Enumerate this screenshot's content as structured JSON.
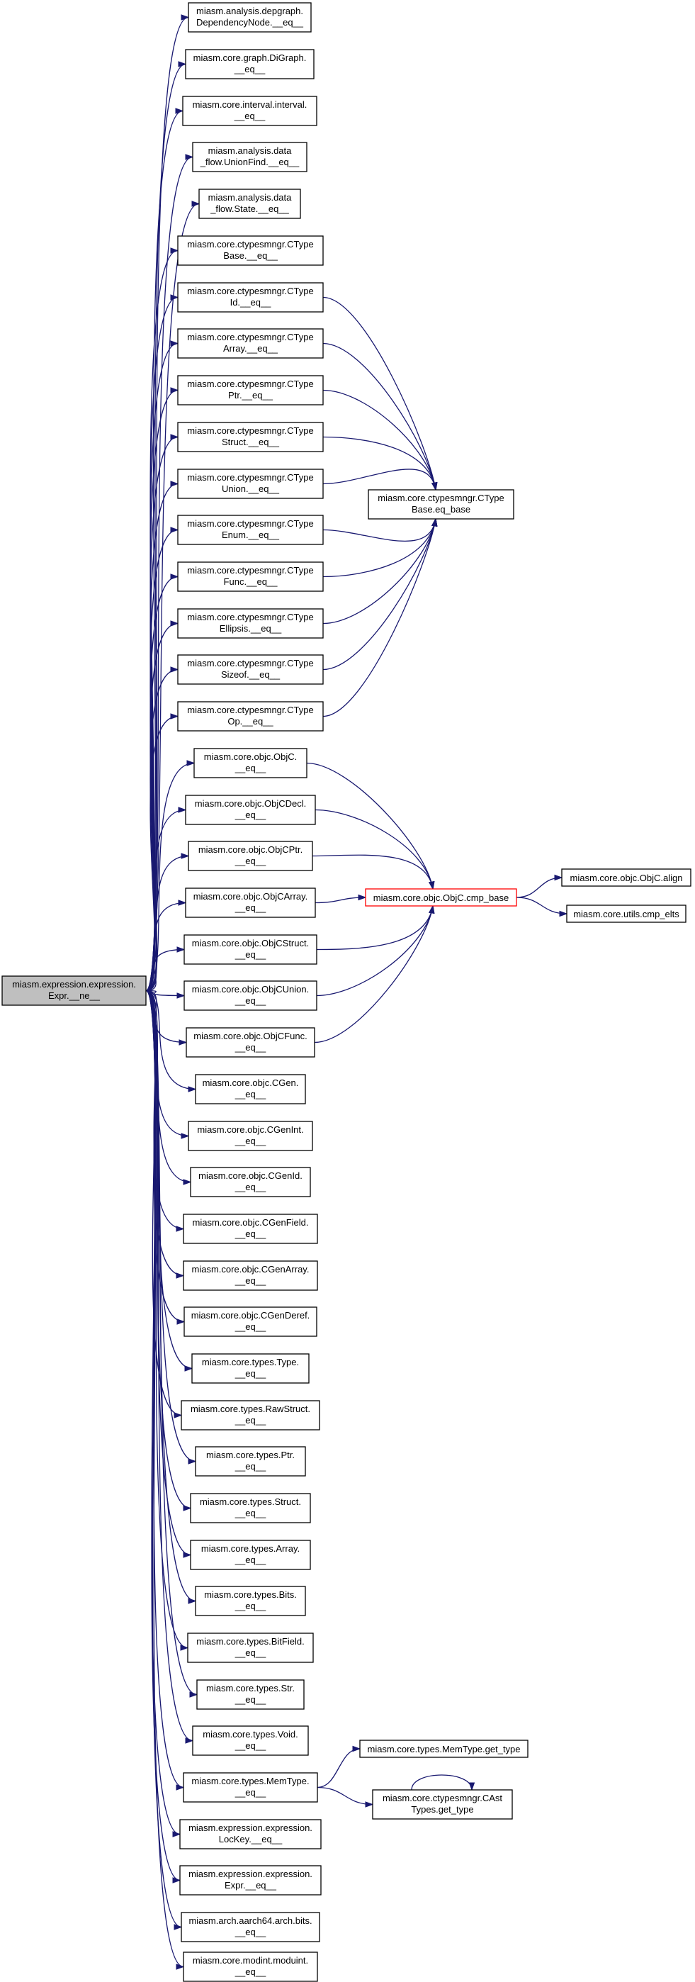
{
  "colors": {
    "edge": "#191970",
    "root_fill": "#bfbfbf",
    "highlight_border": "#ff0000",
    "node_border": "#000000",
    "node_fill": "#ffffff"
  },
  "nodes": {
    "root": [
      "miasm.expression.expression.",
      "Expr.__ne__"
    ],
    "depgraph_eq": [
      "miasm.analysis.depgraph.",
      "DependencyNode.__eq__"
    ],
    "digraph_eq": [
      "miasm.core.graph.DiGraph.",
      "__eq__"
    ],
    "interval_eq": [
      "miasm.core.interval.interval.",
      "__eq__"
    ],
    "unionfind_eq": [
      "miasm.analysis.data",
      "_flow.UnionFind.__eq__"
    ],
    "state_eq": [
      "miasm.analysis.data",
      "_flow.State.__eq__"
    ],
    "ctypebase_eq": [
      "miasm.core.ctypesmngr.CType",
      "Base.__eq__"
    ],
    "ctypeid_eq": [
      "miasm.core.ctypesmngr.CType",
      "Id.__eq__"
    ],
    "ctypearray_eq": [
      "miasm.core.ctypesmngr.CType",
      "Array.__eq__"
    ],
    "ctypeptr_eq": [
      "miasm.core.ctypesmngr.CType",
      "Ptr.__eq__"
    ],
    "ctypestruct_eq": [
      "miasm.core.ctypesmngr.CType",
      "Struct.__eq__"
    ],
    "ctypeunion_eq": [
      "miasm.core.ctypesmngr.CType",
      "Union.__eq__"
    ],
    "ctypeenum_eq": [
      "miasm.core.ctypesmngr.CType",
      "Enum.__eq__"
    ],
    "ctypefunc_eq": [
      "miasm.core.ctypesmngr.CType",
      "Func.__eq__"
    ],
    "ctypeellipsis_eq": [
      "miasm.core.ctypesmngr.CType",
      "Ellipsis.__eq__"
    ],
    "ctypesizeof_eq": [
      "miasm.core.ctypesmngr.CType",
      "Sizeof.__eq__"
    ],
    "ctypeop_eq": [
      "miasm.core.ctypesmngr.CType",
      "Op.__eq__"
    ],
    "ctypebase_eq_base": [
      "miasm.core.ctypesmngr.CType",
      "Base.eq_base"
    ],
    "objc_eq": [
      "miasm.core.objc.ObjC.",
      "__eq__"
    ],
    "objcdecl_eq": [
      "miasm.core.objc.ObjCDecl.",
      "__eq__"
    ],
    "objcptr_eq": [
      "miasm.core.objc.ObjCPtr.",
      "__eq__"
    ],
    "objcarray_eq": [
      "miasm.core.objc.ObjCArray.",
      "__eq__"
    ],
    "objcstruct_eq": [
      "miasm.core.objc.ObjCStruct.",
      "__eq__"
    ],
    "objcunion_eq": [
      "miasm.core.objc.ObjCUnion.",
      "__eq__"
    ],
    "objcfunc_eq": [
      "miasm.core.objc.ObjCFunc.",
      "__eq__"
    ],
    "objc_cmp_base": [
      "miasm.core.objc.ObjC.cmp_base"
    ],
    "objc_align": [
      "miasm.core.objc.ObjC.align"
    ],
    "cmp_elts": [
      "miasm.core.utils.cmp_elts"
    ],
    "cgen_eq": [
      "miasm.core.objc.CGen.",
      "__eq__"
    ],
    "cgenint_eq": [
      "miasm.core.objc.CGenInt.",
      "__eq__"
    ],
    "cgenid_eq": [
      "miasm.core.objc.CGenId.",
      "__eq__"
    ],
    "cgenfield_eq": [
      "miasm.core.objc.CGenField.",
      "__eq__"
    ],
    "cgenarray_eq": [
      "miasm.core.objc.CGenArray.",
      "__eq__"
    ],
    "cgenderef_eq": [
      "miasm.core.objc.CGenDeref.",
      "__eq__"
    ],
    "type_eq": [
      "miasm.core.types.Type.",
      "__eq__"
    ],
    "rawstruct_eq": [
      "miasm.core.types.RawStruct.",
      "__eq__"
    ],
    "ptr_eq": [
      "miasm.core.types.Ptr.",
      "__eq__"
    ],
    "struct_eq": [
      "miasm.core.types.Struct.",
      "__eq__"
    ],
    "array_eq": [
      "miasm.core.types.Array.",
      "__eq__"
    ],
    "bits_eq": [
      "miasm.core.types.Bits.",
      "__eq__"
    ],
    "bitfield_eq": [
      "miasm.core.types.BitField.",
      "__eq__"
    ],
    "str_eq": [
      "miasm.core.types.Str.",
      "__eq__"
    ],
    "void_eq": [
      "miasm.core.types.Void.",
      "__eq__"
    ],
    "memtype_eq": [
      "miasm.core.types.MemType.",
      "__eq__"
    ],
    "memtype_get_type": [
      "miasm.core.types.MemType.get_type"
    ],
    "castypes_get_type": [
      "miasm.core.ctypesmngr.CAst",
      "Types.get_type"
    ],
    "lockey_eq": [
      "miasm.expression.expression.",
      "LocKey.__eq__"
    ],
    "expr_eq": [
      "miasm.expression.expression.",
      "Expr.__eq__"
    ],
    "aarch64_bits_eq": [
      "miasm.arch.aarch64.arch.bits.",
      "__eq__"
    ],
    "moduint_eq": [
      "miasm.core.modint.moduint.",
      "__eq__"
    ]
  }
}
